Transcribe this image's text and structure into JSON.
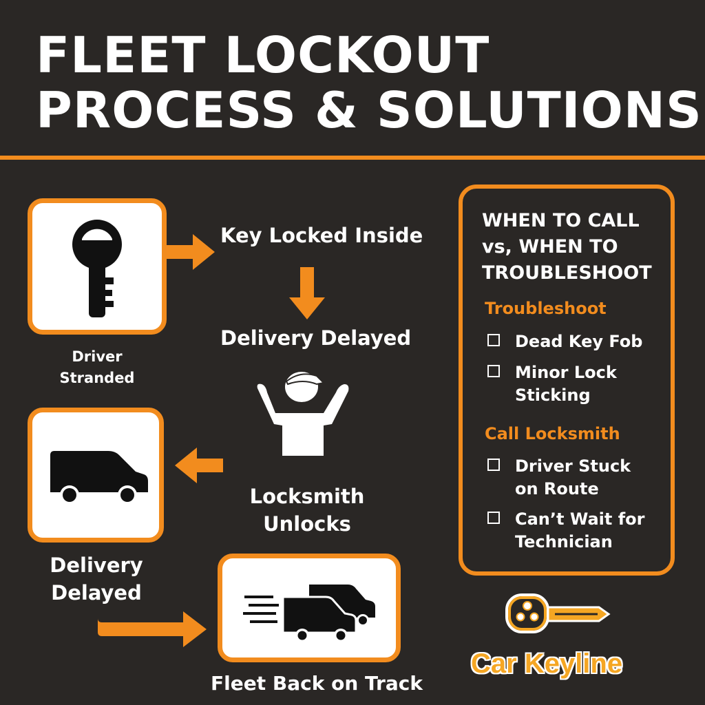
{
  "title": {
    "line1": "FLEET LOCKOUT",
    "line2": "PROCESS & SOLUTIONS"
  },
  "flow": {
    "driver_label_1": "Driver",
    "driver_label_2": "Stranded",
    "key_locked": "Key Locked Inside",
    "delivery_delayed_top": "Delivery Delayed",
    "locksmith_1": "Locksmith",
    "locksmith_2": "Unlocks",
    "delivery_delayed_left_1": "Delivery",
    "delivery_delayed_left_2": "Delayed",
    "fleet_back": "Fleet Back on Track"
  },
  "panel": {
    "heading_1": "WHEN TO CALL",
    "heading_2": "vs, WHEN TO",
    "heading_3": "TROUBLESHOOT",
    "troubleshoot_title": "Troubleshoot",
    "troubleshoot_items": [
      {
        "line1": "Dead Key Fob",
        "line2": ""
      },
      {
        "line1": "Minor Lock",
        "line2": "Sticking"
      }
    ],
    "locksmith_title": "Call Locksmith",
    "locksmith_items": [
      {
        "line1": "Driver Stuck",
        "line2": "on Route"
      },
      {
        "line1": "Can’t Wait for",
        "line2": "Technician"
      }
    ]
  },
  "brand": {
    "name": "Car Keyline"
  },
  "colors": {
    "accent": "#f28c1e",
    "background": "#2a2725",
    "text": "#ffffff"
  },
  "icons": [
    "key-icon",
    "van-icon",
    "fleet-vans-icon",
    "person-icon",
    "car-key-logo-icon"
  ]
}
